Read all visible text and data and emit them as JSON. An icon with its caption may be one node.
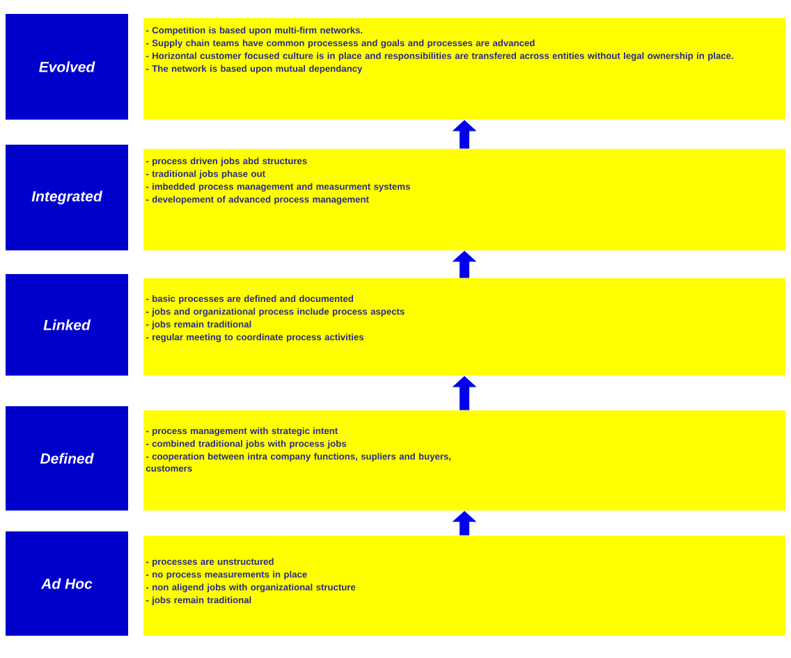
{
  "diagram": {
    "nodes": [
      {
        "text": [
          "Evolved"
        ]
      },
      {
        "text": [
          "- Competition is based upon multi-firm networks.",
          "- Supply chain teams have common processess and goals and processes are advanced",
          "- Horizontal customer focused culture is in place and responsibilities are transfered across entities without legal ownership in place.",
          "- The network is based upon mutual dependancy"
        ]
      },
      {
        "text": [
          "Integrated"
        ]
      },
      {
        "text": [
          "- process driven jobs abd structures",
          "- traditional jobs phase out",
          "- imbedded process management and measurment systems",
          "- developement of advanced process management"
        ]
      },
      {
        "text": [
          "Linked"
        ]
      },
      {
        "text": [
          "- basic processes are defined and documented",
          "- jobs and organizational process include process  aspects",
          "- jobs remain traditional",
          "- regular meeting to coordinate process activities"
        ]
      },
      {
        "text": [
          "Defined"
        ]
      },
      {
        "text": [
          "- process management with strategic intent",
          "- combined traditional jobs with process jobs",
          "- cooperation between intra company functions, supliers and buyers, customers"
        ]
      },
      {
        "text": [
          "Ad Hoc"
        ]
      },
      {
        "text": [
          "- processes are unstructured",
          "- no process measurements in place",
          "- non aligend jobs with organizational structure",
          "- jobs remain traditional"
        ]
      }
    ],
    "edges": [
      {
        "from": 3,
        "to": 1,
        "arrow": "to"
      },
      {
        "from": 5,
        "to": 3,
        "arrow": "to"
      },
      {
        "from": 7,
        "to": 5,
        "arrow": "to"
      },
      {
        "from": 9,
        "to": 7,
        "arrow": "to"
      }
    ]
  }
}
